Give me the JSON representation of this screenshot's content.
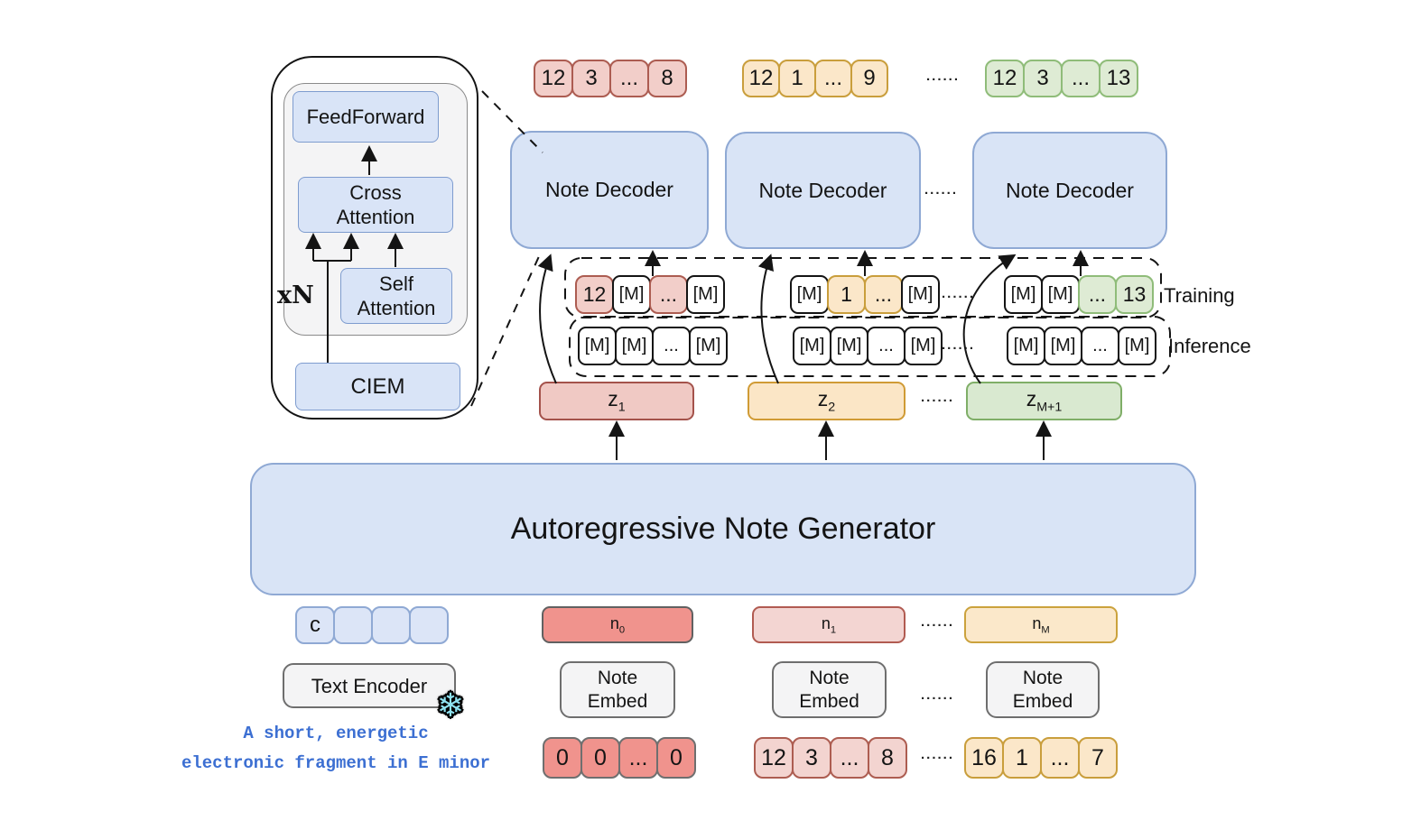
{
  "palette": {
    "block_blue_fill": "#D9E4F6",
    "block_blue_border": "#8FA9D4",
    "red_fill": "#F2CEC9",
    "red_border": "#AC5C51",
    "red_strong": "#F0938D",
    "orange_fill": "#FBE7C9",
    "orange_border": "#C99E3C",
    "green_fill": "#DEEBD4",
    "green_border": "#8FBC79",
    "gray_fill": "#F4F4F5",
    "prompt_blue": "#3C6FD2",
    "snowflake_cyan": "#8FE3F2"
  },
  "detail_panel": {
    "feedforward": "FeedForward",
    "cross_l1": "Cross",
    "cross_l2": "Attention",
    "self_l1": "Self",
    "self_l2": "Attention",
    "ciem": "CIEM",
    "repeat": "xN"
  },
  "decoder_label": "Note Decoder",
  "generator_label": "Autoregressive Note Generator",
  "row_labels": {
    "training": "Training",
    "inference": "Inference"
  },
  "ellipsis": "......",
  "top_tokens": {
    "g1": [
      "12",
      "3",
      "...",
      "8"
    ],
    "g2": [
      "12",
      "1",
      "...",
      "9"
    ],
    "g3": [
      "12",
      "3",
      "...",
      "13"
    ]
  },
  "training_tokens": {
    "g1": [
      "12",
      "[M]",
      "...",
      "[M]"
    ],
    "g2": [
      "[M]",
      "1",
      "...",
      "[M]"
    ],
    "g3": [
      "[M]",
      "[M]",
      "...",
      "13"
    ]
  },
  "inference_tokens": {
    "g1": [
      "[M]",
      "[M]",
      "...",
      "[M]"
    ],
    "g2": [
      "[M]",
      "[M]",
      "...",
      "[M]"
    ],
    "g3": [
      "[M]",
      "[M]",
      "...",
      "[M]"
    ]
  },
  "z_row": [
    {
      "base": "z",
      "sub": "1"
    },
    {
      "base": "z",
      "sub": "2"
    },
    {
      "base": "z",
      "sub": "M+1"
    }
  ],
  "condition_token": "c",
  "n_row": [
    {
      "base": "n",
      "sub": "0"
    },
    {
      "base": "n",
      "sub": "1"
    },
    {
      "base": "n",
      "sub": "M"
    }
  ],
  "encoder_labels": {
    "text_encoder": "Text Encoder",
    "note_embed_l1": "Note",
    "note_embed_l2": "Embed"
  },
  "prompt": {
    "line1": "A short, energetic",
    "line2": "electronic fragment in E minor"
  },
  "input_tokens": {
    "g0": [
      "0",
      "0",
      "...",
      "0"
    ],
    "g1": [
      "12",
      "3",
      "...",
      "8"
    ],
    "g2": [
      "16",
      "1",
      "...",
      "7"
    ]
  },
  "icons": {
    "snowflake": "❄"
  }
}
